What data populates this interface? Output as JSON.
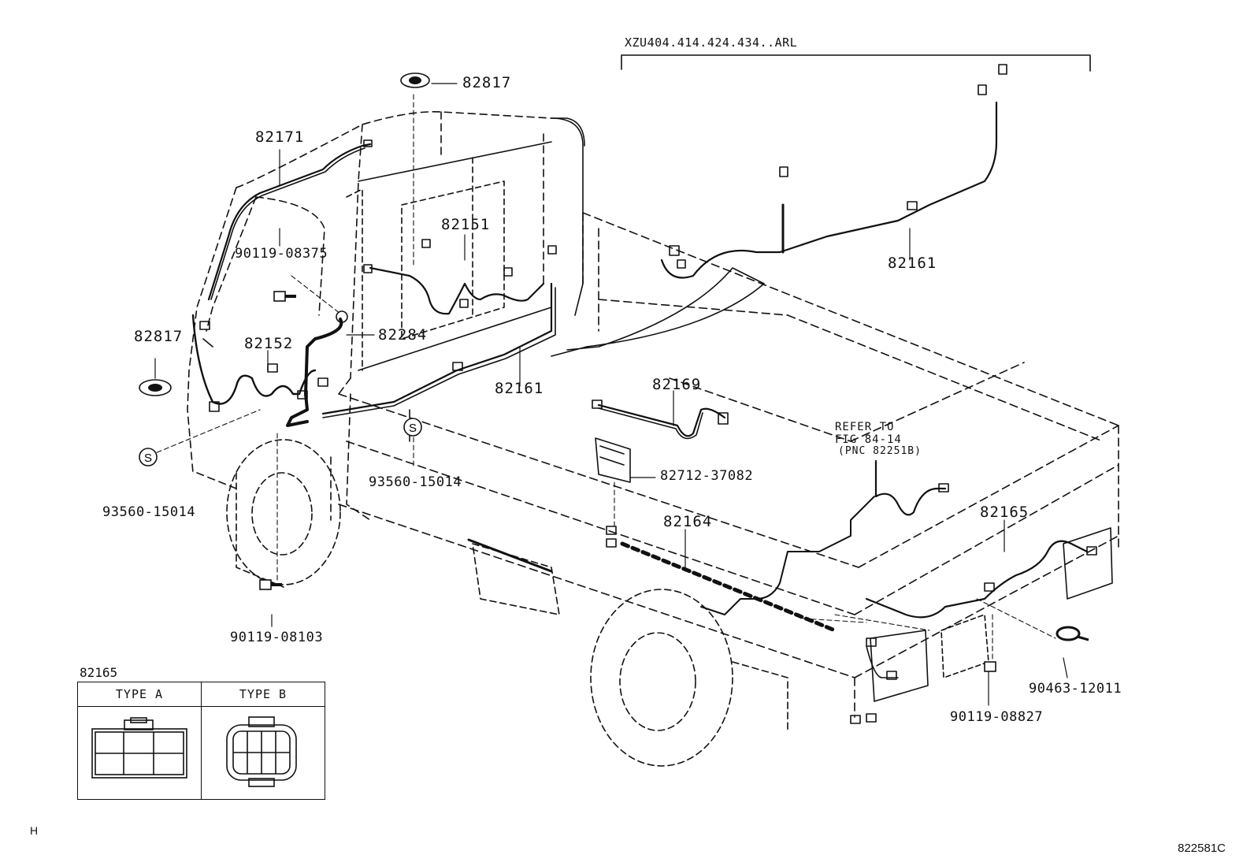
{
  "header": {
    "variant_range": "XZU404.414.424.434..ARL"
  },
  "callouts": {
    "grommet_top": "82817",
    "harness_roof": "82171",
    "harness_cab_rear": "82151",
    "bolt_upper": "90119-08375",
    "grommet_left": "82817",
    "harness_front": "82152",
    "wire_ground": "82284",
    "harness_frame_front": "82161",
    "harness_frame_rear": "82161",
    "harness_rear_lamp": "82169",
    "clamp_left": "93560-15014",
    "clamp_mid": "93560-15014",
    "relay_block": "82712-37082",
    "harness_side": "82164",
    "harness_rear": "82165",
    "bolt_lower": "90119-08103",
    "band": "90463-12011",
    "bolt_rear": "90119-08827"
  },
  "refer_note": {
    "line1": "REFER TO",
    "line2": "FIG 84-14",
    "line3": "(PNC 82251B)"
  },
  "connector_table": {
    "title": "82165",
    "type_a": "TYPE A",
    "type_b": "TYPE B"
  },
  "footer": {
    "left_mark": "H",
    "code": "822581C"
  },
  "clamp_symbol": "S"
}
